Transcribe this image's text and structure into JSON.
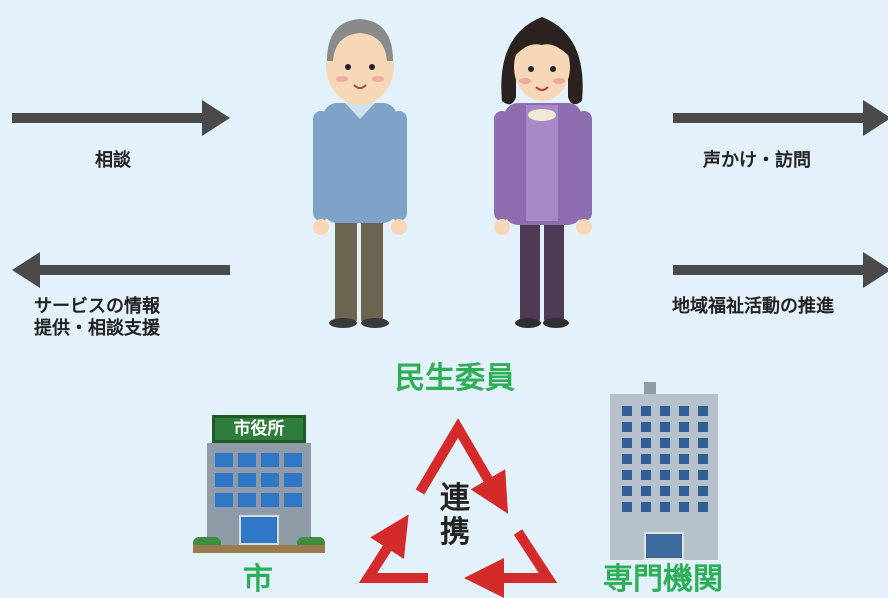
{
  "labels": {
    "soudan": "相談",
    "service_line1": "サービスの情報",
    "service_line2": "提供・相談支援",
    "koekake": "声かけ・訪問",
    "chiiki": "地域福祉活動の推進",
    "minsei": "民生委員",
    "city": "市",
    "city_sign": "市役所",
    "experts": "専門機関",
    "renkei_1": "連",
    "renkei_2": "携"
  },
  "colors": {
    "background": "#e3f1fb",
    "arrow": "#4a4a4a",
    "accent_green": "#2fae58",
    "cycle_red": "#d42a2a"
  }
}
